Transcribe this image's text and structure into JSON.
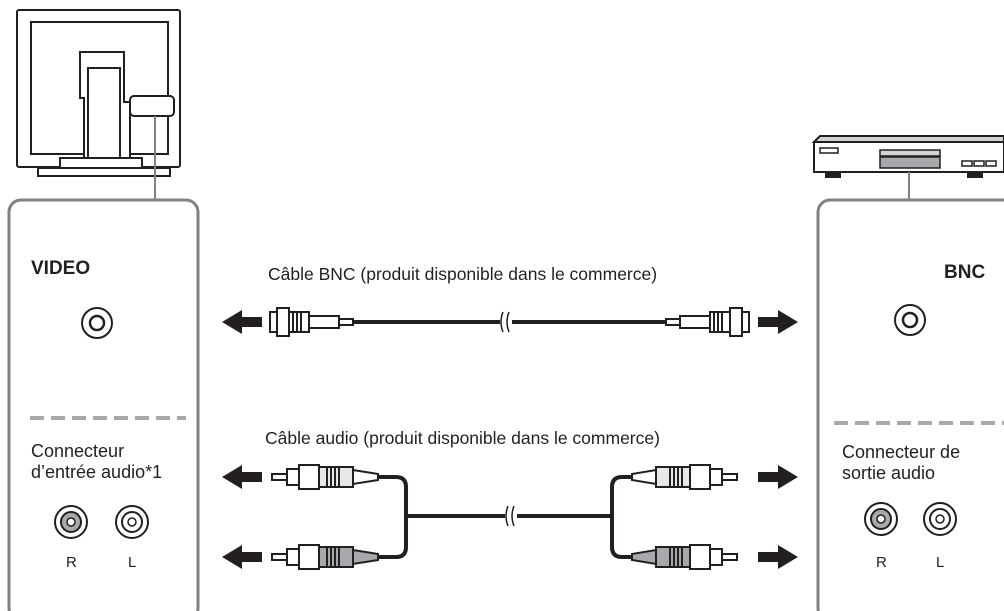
{
  "monitor_panel": {
    "video_label": "VIDEO",
    "audio_label_line1": "Connecteur",
    "audio_label_line2": "d’entrée audio*1",
    "right_channel": "R",
    "left_channel": "L"
  },
  "device_panel": {
    "video_label": "BNC",
    "audio_label_line1": "Connecteur de",
    "audio_label_line2": "sortie audio",
    "right_channel": "R",
    "left_channel": "L"
  },
  "cables": {
    "bnc_title": "Câble BNC (produit disponible dans le commerce)",
    "audio_title": "Câble audio (produit disponible dans le commerce)"
  },
  "colors": {
    "stroke": "#231f20",
    "panel_border": "#808184",
    "dash": "#a7a9ac",
    "plug_light": "#e6e7e8",
    "plug_dark": "#a7a9ac",
    "device_body": "#d1d3d4"
  }
}
